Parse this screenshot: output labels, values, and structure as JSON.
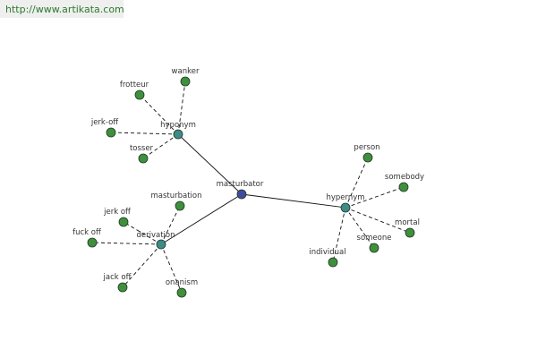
{
  "watermark": {
    "text": "http://www.artikata.com"
  },
  "colors": {
    "center_node": "#3f4aa0",
    "relation_node": "#3f8a8a",
    "word_node": "#3f8f3f",
    "edge": "#111111",
    "background": "#ffffff"
  },
  "graph": {
    "center": {
      "id": "masturbator",
      "label": "masturbator"
    },
    "relations": [
      {
        "id": "hyponym",
        "label": "hyponym",
        "words": [
          "wanker",
          "frotteur",
          "jerk-off",
          "tosser"
        ]
      },
      {
        "id": "hypernym",
        "label": "hypernym",
        "words": [
          "person",
          "somebody",
          "mortal",
          "someone",
          "individual"
        ]
      },
      {
        "id": "derivation",
        "label": "derivation",
        "words": [
          "masturbation",
          "jerk off",
          "fuck off",
          "jack off",
          "onanism"
        ]
      }
    ]
  }
}
